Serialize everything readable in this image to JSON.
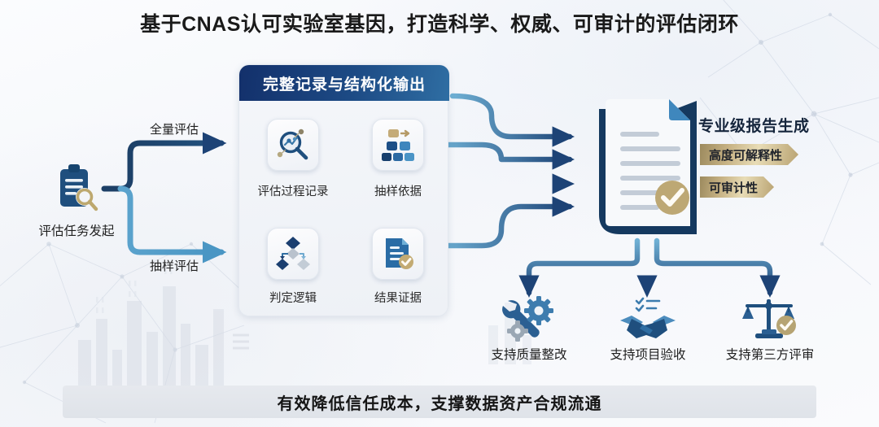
{
  "title": "基于CNAS认可实验室基因，打造科学、权威、可审计的评估闭环",
  "start": {
    "label": "评估任务发起",
    "icon": "clipboard-search-icon"
  },
  "branches": [
    {
      "label": "全量评估",
      "color": "#1c3f66"
    },
    {
      "label": "抽样评估",
      "color": "#4a96c4"
    }
  ],
  "panel": {
    "header": "完整记录与结构化输出",
    "tiles": [
      {
        "label": "评估过程记录",
        "icon": "magnifier-analytics-icon"
      },
      {
        "label": "抽样依据",
        "icon": "sampling-blocks-icon"
      },
      {
        "label": "判定逻辑",
        "icon": "decision-tree-icon"
      },
      {
        "label": "结果证据",
        "icon": "document-check-icon"
      }
    ]
  },
  "report": {
    "title": "专业级报告生成",
    "doc_icon": "report-document-check-icon",
    "badges": [
      "高度可解释性",
      "可审计性"
    ]
  },
  "outcomes": [
    {
      "label": "支持质量整改",
      "icon": "wrench-gear-icon"
    },
    {
      "label": "支持项目验收",
      "icon": "handshake-checklist-icon"
    },
    {
      "label": "支持第三方评审",
      "icon": "scales-check-icon"
    }
  ],
  "footer": "有效降低信任成本，支撑数据资产合规流通",
  "colors": {
    "dark_navy": "#13306b",
    "mid_blue": "#2f6ea3",
    "light_blue": "#5ba3cd",
    "gold": "#c6b183",
    "panel_bg": "#eef1f6"
  }
}
